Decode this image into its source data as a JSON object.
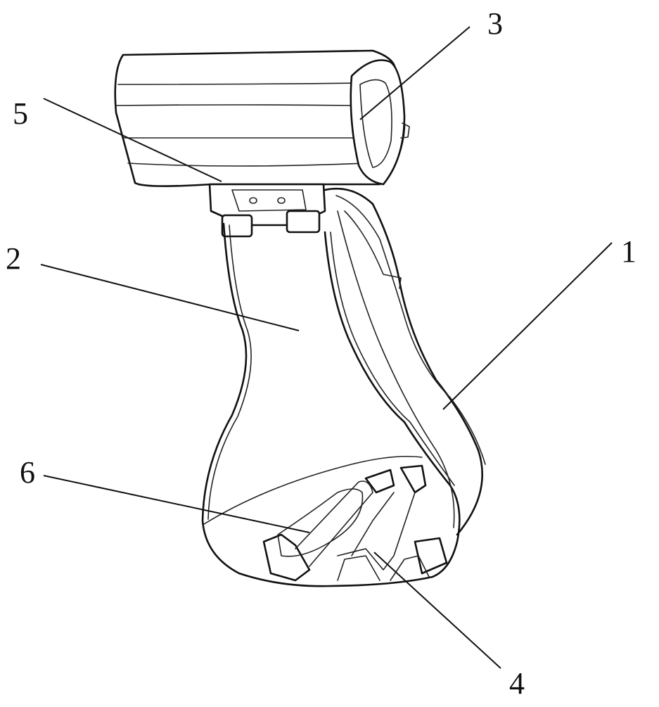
{
  "figure": {
    "labels": {
      "body": "1",
      "shell": "2",
      "head": "3",
      "inner_base": "4",
      "joint": "5",
      "inner_pad": "6"
    }
  },
  "colors": {
    "line": "#111111",
    "background": "#ffffff"
  }
}
